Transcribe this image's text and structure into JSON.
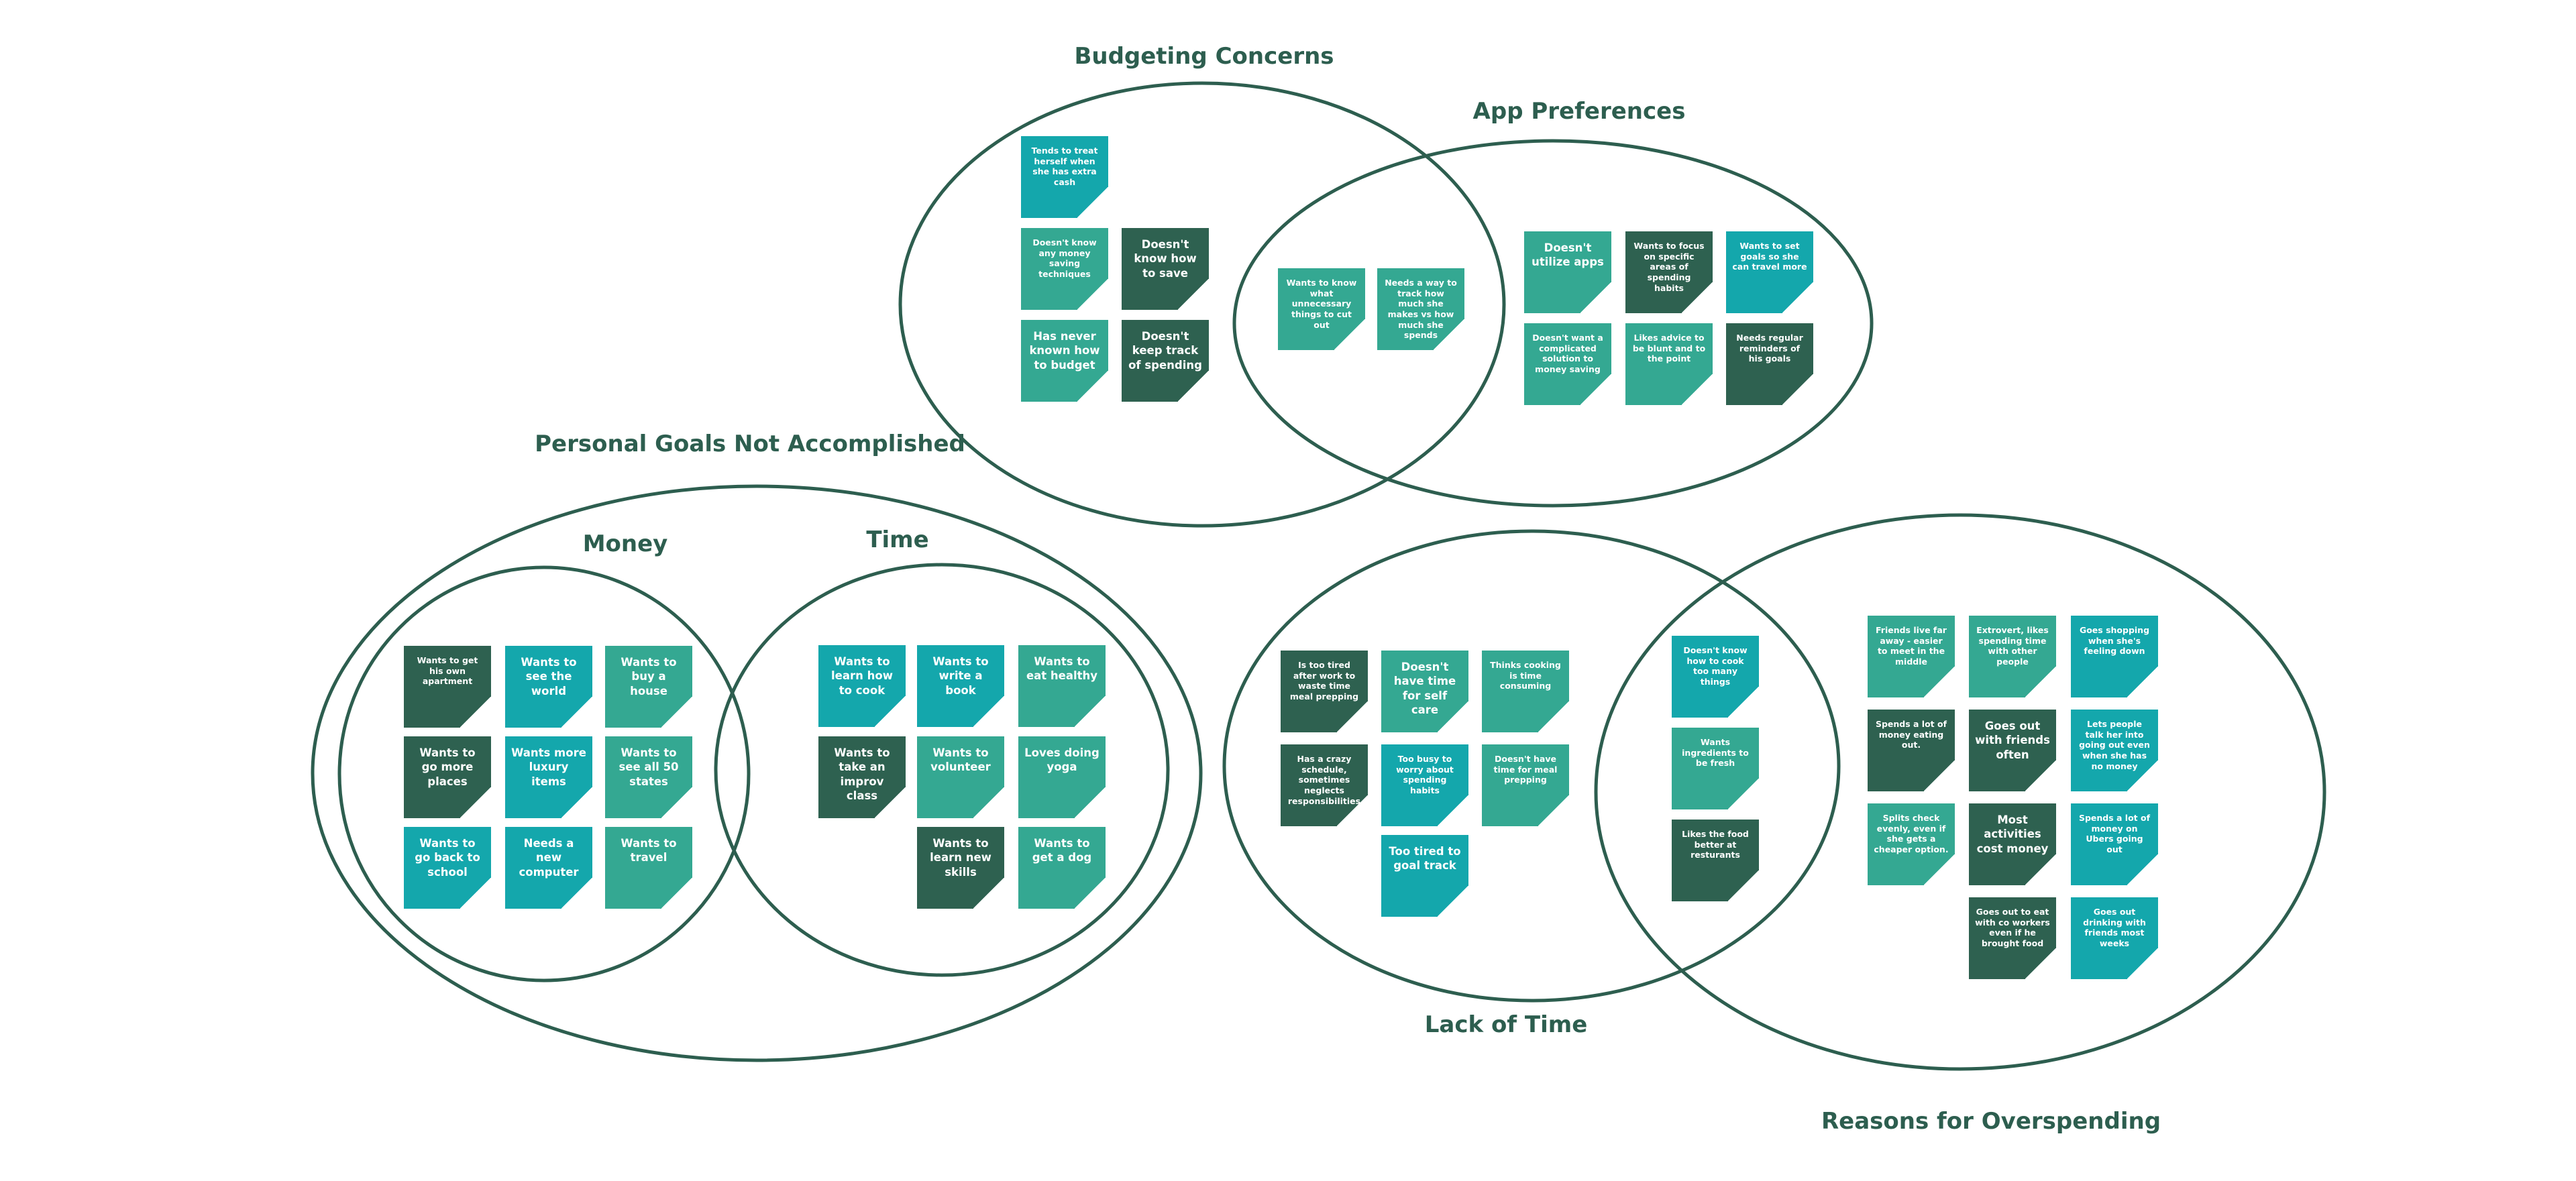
{
  "labels": {
    "budgeting": "Budgeting Concerns",
    "app_prefs": "App Preferences",
    "personal_goals": "Personal Goals Not Accomplished",
    "money": "Money",
    "time": "Time",
    "lack_of_time": "Lack of Time",
    "overspending": "Reasons for Overspending"
  },
  "colors": {
    "stroke": "#2d5e4f",
    "dark": "#2e6150",
    "mid": "#34a892",
    "teal": "#14a7ac"
  },
  "notes": {
    "budgeting": [
      {
        "text": "Tends to treat herself when she has extra cash",
        "color": "teal",
        "size": "sm"
      },
      {
        "text": "Doesn't know any money saving techniques",
        "color": "mid",
        "size": "sm"
      },
      {
        "text": "Doesn't know how to save",
        "color": "dark",
        "size": "lg"
      },
      {
        "text": "Has never known how to budget",
        "color": "mid",
        "size": "lg"
      },
      {
        "text": "Doesn't keep track of spending",
        "color": "dark",
        "size": "lg"
      }
    ],
    "budget_app_overlap": [
      {
        "text": "Wants to know what unnecessary things to cut out",
        "color": "mid",
        "size": "sm"
      },
      {
        "text": "Needs a way to track how much she makes vs how much she spends",
        "color": "mid",
        "size": "sm"
      }
    ],
    "app_prefs": [
      {
        "text": "Doesn't utilize apps",
        "color": "mid",
        "size": "lg"
      },
      {
        "text": "Wants to focus on specific areas of spending habits",
        "color": "dark",
        "size": "sm"
      },
      {
        "text": "Wants to set goals so she can travel more",
        "color": "teal",
        "size": "sm"
      },
      {
        "text": "Doesn't want a complicated solution to money saving",
        "color": "mid",
        "size": "sm"
      },
      {
        "text": "Likes advice to be blunt and to the point",
        "color": "mid",
        "size": "sm"
      },
      {
        "text": "Needs regular reminders of his goals",
        "color": "dark",
        "size": "sm"
      }
    ],
    "money": [
      {
        "text": "Wants to get his own apartment",
        "color": "dark",
        "size": "sm"
      },
      {
        "text": "Wants to see the world",
        "color": "teal",
        "size": "lg"
      },
      {
        "text": "Wants to buy a house",
        "color": "mid",
        "size": "lg"
      },
      {
        "text": "Wants to go more places",
        "color": "dark",
        "size": "lg"
      },
      {
        "text": "Wants more luxury items",
        "color": "teal",
        "size": "lg"
      },
      {
        "text": "Wants to see all 50 states",
        "color": "mid",
        "size": "lg"
      },
      {
        "text": "Wants to go back to school",
        "color": "teal",
        "size": "lg"
      },
      {
        "text": "Needs a new computer",
        "color": "teal",
        "size": "lg"
      },
      {
        "text": "Wants to travel",
        "color": "mid",
        "size": "lg"
      }
    ],
    "time": [
      {
        "text": "Wants to learn how to cook",
        "color": "teal",
        "size": "lg"
      },
      {
        "text": "Wants to write a book",
        "color": "teal",
        "size": "lg"
      },
      {
        "text": "Wants to eat healthy",
        "color": "mid",
        "size": "lg"
      },
      {
        "text": "Wants to take an improv class",
        "color": "dark",
        "size": "lg"
      },
      {
        "text": "Wants to volunteer",
        "color": "mid",
        "size": "lg"
      },
      {
        "text": "Loves doing yoga",
        "color": "mid",
        "size": "lg"
      },
      {
        "text": "Wants to learn new skills",
        "color": "dark",
        "size": "lg"
      },
      {
        "text": "Wants to get a dog",
        "color": "mid",
        "size": "lg"
      }
    ],
    "lack_of_time": [
      {
        "text": "Is too tired after work to waste time meal prepping",
        "color": "dark",
        "size": "sm"
      },
      {
        "text": "Doesn't have time for self care",
        "color": "mid",
        "size": "lg"
      },
      {
        "text": "Thinks cooking is time consuming",
        "color": "mid",
        "size": "sm"
      },
      {
        "text": "Has a crazy schedule, sometimes neglects responsibilities",
        "color": "dark",
        "size": "sm"
      },
      {
        "text": "Too busy to worry about spending habits",
        "color": "teal",
        "size": "sm"
      },
      {
        "text": "Doesn't have time for meal prepping",
        "color": "mid",
        "size": "sm"
      },
      {
        "text": "Too tired to goal track",
        "color": "teal",
        "size": "lg"
      }
    ],
    "time_spend_overlap": [
      {
        "text": "Doesn't know how to cook too many things",
        "color": "teal",
        "size": "sm"
      },
      {
        "text": "Wants ingredients to be fresh",
        "color": "mid",
        "size": "sm"
      },
      {
        "text": "Likes the food better at resturants",
        "color": "dark",
        "size": "sm"
      }
    ],
    "overspending": [
      {
        "text": "Friends live far away - easier to meet in the middle",
        "color": "mid",
        "size": "sm"
      },
      {
        "text": "Extrovert, likes spending time with other people",
        "color": "mid",
        "size": "sm"
      },
      {
        "text": "Goes shopping when she's feeling down",
        "color": "teal",
        "size": "sm"
      },
      {
        "text": "Spends a lot of money eating out.",
        "color": "dark",
        "size": "sm"
      },
      {
        "text": "Goes out with friends often",
        "color": "dark",
        "size": "lg"
      },
      {
        "text": "Lets people talk her into going out even when she has no money",
        "color": "teal",
        "size": "sm"
      },
      {
        "text": "Splits check evenly, even if she gets a cheaper option.",
        "color": "mid",
        "size": "sm"
      },
      {
        "text": "Most activities cost money",
        "color": "dark",
        "size": "lg"
      },
      {
        "text": "Spends a lot of money on Ubers going out",
        "color": "teal",
        "size": "sm"
      },
      {
        "text": "Goes out to eat with co workers even if he brought food",
        "color": "dark",
        "size": "sm"
      },
      {
        "text": "Goes out drinking with friends most weeks",
        "color": "teal",
        "size": "sm"
      }
    ]
  }
}
